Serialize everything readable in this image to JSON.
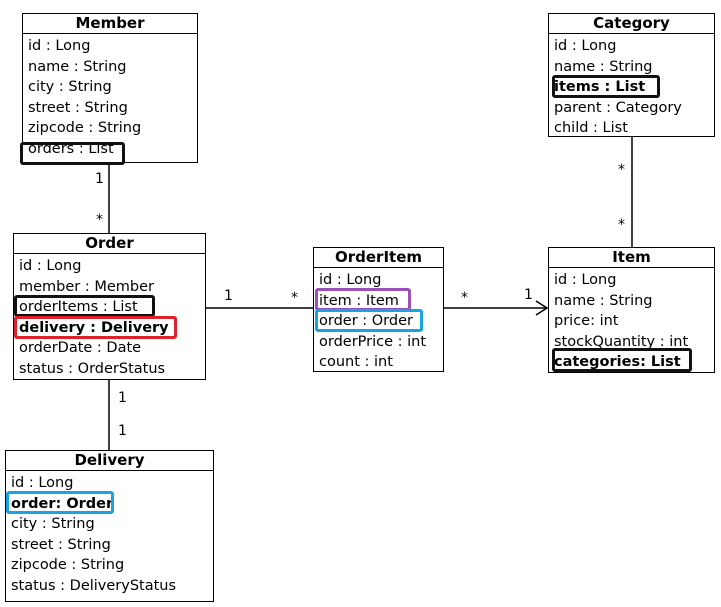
{
  "classes": {
    "member": {
      "title": "Member",
      "attrs": [
        "id : Long",
        "name : String",
        "city : String",
        "street : String",
        "zipcode : String",
        "orders : List"
      ]
    },
    "order": {
      "title": "Order",
      "attrs": [
        "id : Long",
        "member : Member",
        "orderItems : List",
        "delivery : Delivery",
        "orderDate : Date",
        "status : OrderStatus"
      ]
    },
    "delivery": {
      "title": "Delivery",
      "attrs": [
        "id : Long",
        "order: Order",
        "city : String",
        "street : String",
        "zipcode : String",
        "status : DeliveryStatus"
      ]
    },
    "orderitem": {
      "title": "OrderItem",
      "attrs": [
        "id : Long",
        "item : Item",
        "order : Order",
        "orderPrice : int",
        "count : int"
      ]
    },
    "category": {
      "title": "Category",
      "attrs": [
        "id : Long",
        "name : String",
        "items : List",
        "parent : Category",
        "child : List"
      ]
    },
    "item": {
      "title": "Item",
      "attrs": [
        "id : Long",
        "name : String",
        "price: int",
        "stockQuantity : int",
        "categories: List"
      ]
    }
  },
  "multiplicities": {
    "member_order_top": "1",
    "member_order_bottom": "*",
    "order_orderitem_left": "1",
    "order_orderitem_right": "*",
    "orderitem_item_left": "*",
    "orderitem_item_right": "1",
    "order_delivery_top": "1",
    "order_delivery_bottom": "1",
    "category_item_top": "*",
    "category_item_bottom": "*"
  },
  "highlight_colors": {
    "black": "#111111",
    "red": "#e0202a",
    "blue": "#1aa3df",
    "purple": "#9a50b8"
  }
}
